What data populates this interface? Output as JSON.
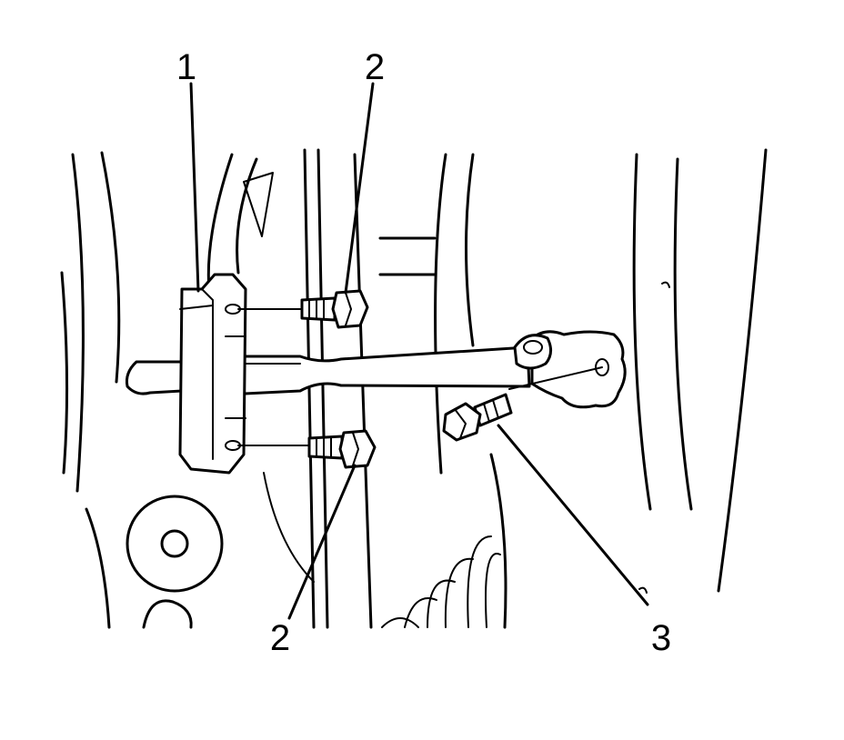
{
  "callouts": [
    {
      "id": "callout-1",
      "label": "1"
    },
    {
      "id": "callout-2-top",
      "label": "2"
    },
    {
      "id": "callout-2-bottom",
      "label": "2"
    },
    {
      "id": "callout-3",
      "label": "3"
    }
  ],
  "colors": {
    "ink": "#000000",
    "paper": "#ffffff"
  }
}
